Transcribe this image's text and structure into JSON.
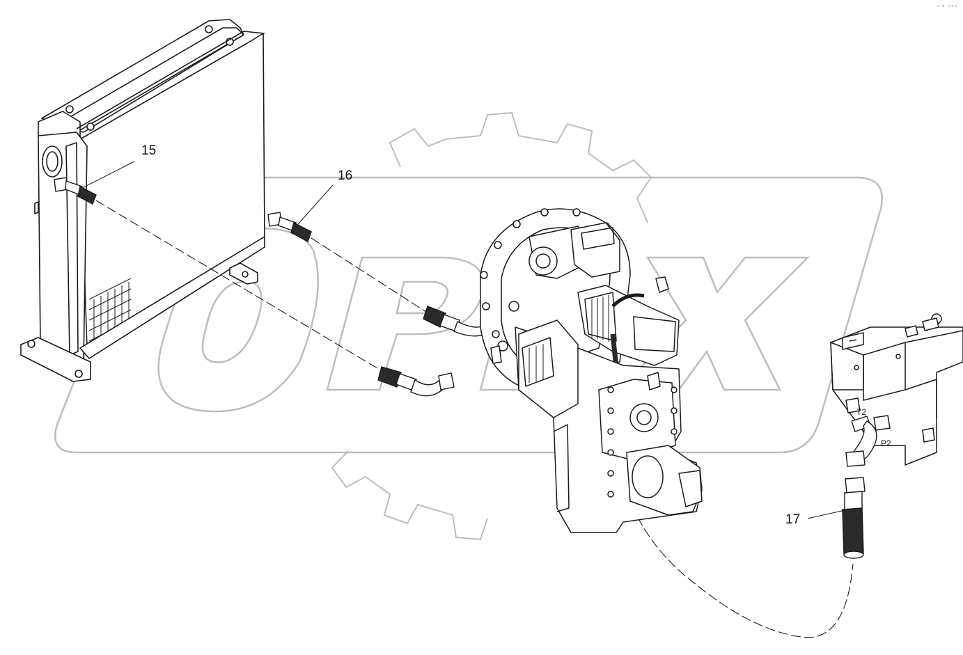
{
  "watermark": {
    "text": "OPEX",
    "color": "#bdbdbd"
  },
  "corner_mark": "∘ ∙ ∘∘∘",
  "callouts": {
    "part15": "15",
    "part16": "16",
    "part17": "17"
  },
  "ports": {
    "t2": "T2",
    "p2": "P2"
  },
  "colors": {
    "line": "#1a1a1a",
    "hose_dark": "#2a2a2a",
    "fill": "#ffffff",
    "watermark": "#bdbdbd"
  }
}
